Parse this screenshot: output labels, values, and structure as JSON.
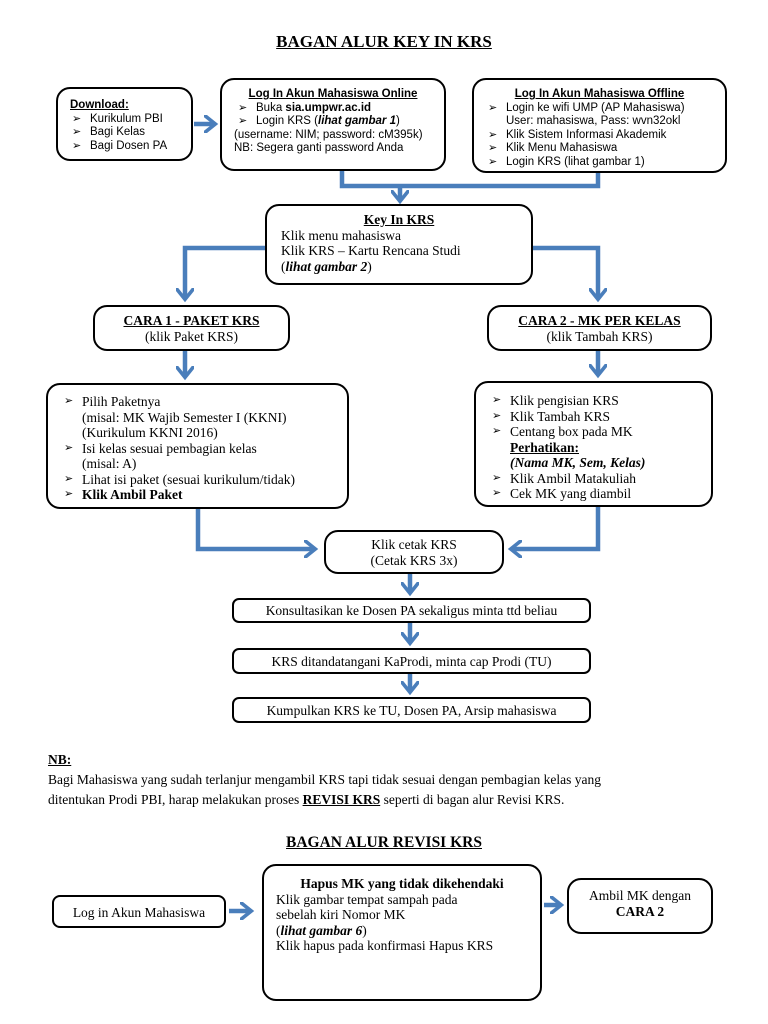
{
  "title": "BAGAN ALUR KEY IN KRS",
  "download": {
    "heading": "Download:",
    "items": [
      "Kurikulum PBI",
      "Bagi Kelas",
      "Bagi Dosen PA"
    ]
  },
  "online": {
    "heading": "Log In Akun Mahasiswa Online",
    "item1_pre": "Buka ",
    "item1_bold": "sia.umpwr.ac.id",
    "item2_pre": "Login KRS (",
    "item2_bi": "lihat gambar 1",
    "item2_post": ")",
    "line3": "(username: NIM; password: cM395k)",
    "line4": "NB: Segera ganti password Anda"
  },
  "offline": {
    "heading": "Log In Akun Mahasiswa Offline",
    "item1": "Login ke wifi UMP (AP Mahasiswa)",
    "item1_cont": "User: mahasiswa, Pass: wvn32okl",
    "item2": "Klik Sistem Informasi Akademik",
    "item3": "Klik Menu Mahasiswa",
    "item4": "Login KRS (lihat gambar 1)"
  },
  "keyin": {
    "heading": "Key In KRS",
    "line1": "Klik menu mahasiswa",
    "line2": "Klik KRS – Kartu Rencana Studi",
    "line3_pre": "(",
    "line3_bi": "lihat gambar 2",
    "line3_post": ")"
  },
  "cara1": {
    "heading": "CARA 1 - PAKET KRS",
    "sub": "(klik Paket KRS)"
  },
  "cara2": {
    "heading": "CARA 2  - MK PER KELAS",
    "sub": "(klik Tambah KRS)"
  },
  "paket": {
    "item1": "Pilih Paketnya",
    "item1_c1": "(misal: MK Wajib Semester I (KKNI)",
    "item1_c2": "(Kurikulum KKNI 2016)",
    "item2": "Isi kelas sesuai pembagian kelas",
    "item2_c": "(misal: A)",
    "item3": "Lihat isi paket (sesuai kurikulum/tidak)",
    "item4_pre": "Klik ",
    "item4_bold": "Ambil Paket"
  },
  "perkelas": {
    "item1": "Klik pengisian KRS",
    "item2": "Klik Tambah KRS",
    "item3": "Centang box pada MK",
    "note_heading": "Perhatikan:",
    "note": "(Nama MK, Sem, Kelas)",
    "item4": "Klik Ambil Matakuliah",
    "item5": "Cek MK yang diambil"
  },
  "cetak": {
    "line1": "Klik cetak KRS",
    "line2": "(Cetak KRS 3x)"
  },
  "steps": [
    "Konsultasikan ke Dosen PA sekaligus minta ttd beliau",
    "KRS ditandatangani KaProdi, minta cap Prodi (TU)",
    "Kumpulkan KRS ke TU, Dosen PA, Arsip mahasiswa"
  ],
  "nb": {
    "label": "NB:",
    "line1": "Bagi Mahasiswa yang sudah terlanjur mengambil KRS tapi tidak sesuai dengan pembagian kelas yang",
    "line2_pre": "ditentukan Prodi PBI, harap melakukan proses ",
    "line2_bold": "REVISI KRS",
    "line2_post": " seperti di bagan alur Revisi KRS."
  },
  "revisi": {
    "title": "BAGAN ALUR REVISI KRS",
    "login": "Log in Akun Mahasiswa",
    "hapus_heading": "Hapus MK yang tidak dikehendaki",
    "hapus_l1": "Klik gambar tempat sampah pada",
    "hapus_l2": "sebelah kiri Nomor MK",
    "hapus_l3_pre": "(",
    "hapus_l3_bi": "lihat gambar 6",
    "hapus_l3_post": ")",
    "hapus_l4": "Klik hapus pada konfirmasi Hapus KRS",
    "ambil_l1": "Ambil MK dengan",
    "ambil_l2": "CARA 2"
  },
  "colors": {
    "arrow": "#4a7ebb"
  }
}
